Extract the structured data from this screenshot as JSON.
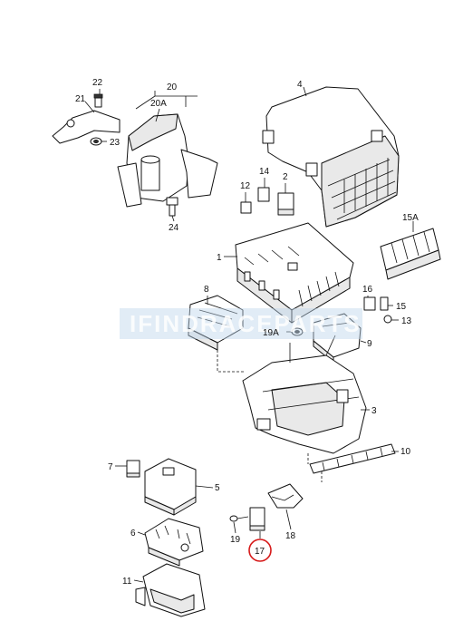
{
  "diagram": {
    "labels": {
      "l1": "1",
      "l2": "2",
      "l3": "3",
      "l4": "4",
      "l5": "5",
      "l6": "6",
      "l7": "7",
      "l8": "8",
      "l9": "9",
      "l10": "10",
      "l11": "11",
      "l12": "12",
      "l13": "13",
      "l14": "14",
      "l15": "15",
      "l15a": "15A",
      "l16": "16",
      "l17": "17",
      "l18": "18",
      "l19": "19",
      "l19a": "19A",
      "l20": "20",
      "l20a": "20A",
      "l21": "21",
      "l22": "22",
      "l23": "23",
      "l24": "24"
    },
    "watermark": "IFINDRACEPARTS",
    "highlight_color": "#d61a1a",
    "watermark_color": "#bcd4ec"
  }
}
